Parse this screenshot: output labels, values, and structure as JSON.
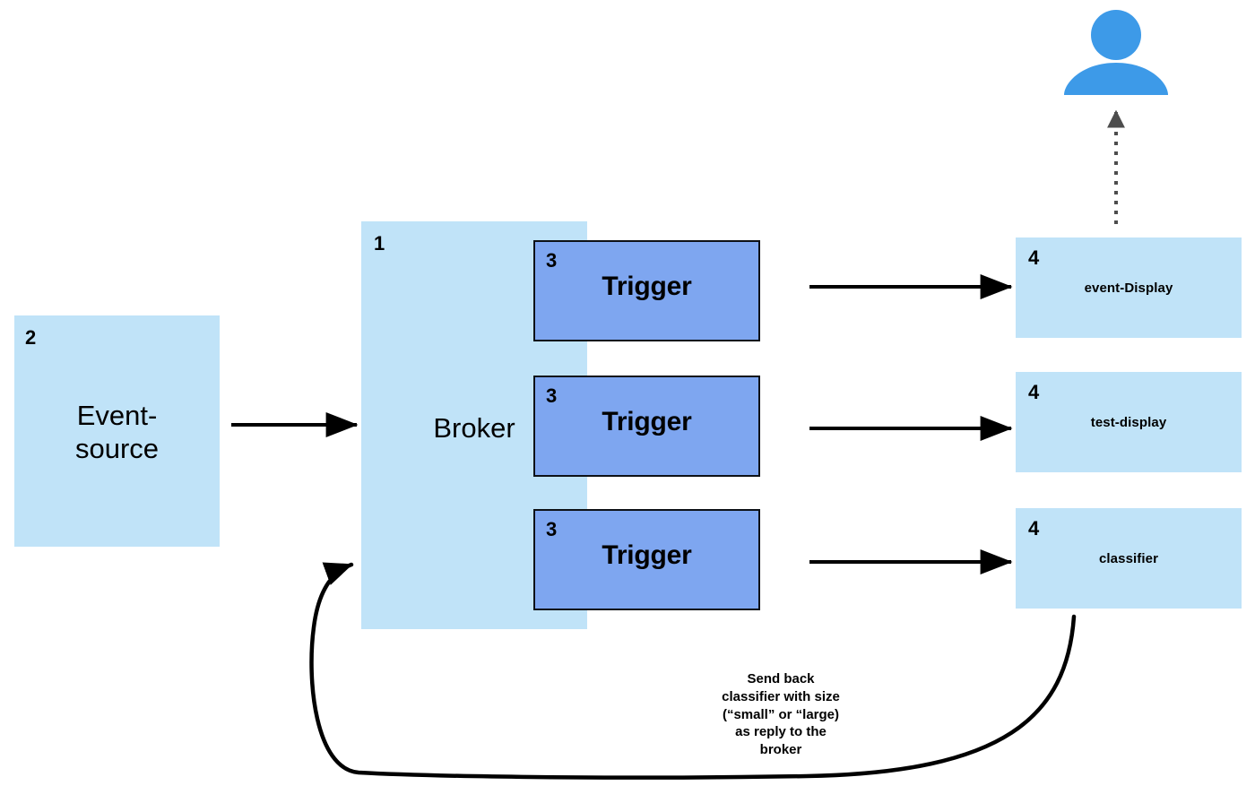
{
  "diagram": {
    "title": "Knative Broker / Trigger event flow",
    "colors": {
      "light_blue_box": "#c0e3f8",
      "trigger_blue_box": "#7ea6f0",
      "box_border": "#0d1117",
      "user_icon_blue": "#3d9ae8",
      "arrow_black": "#000000",
      "dotted_arrow_gray": "#4d4d4d"
    },
    "event_source": {
      "badge": "2",
      "label": "Event-\nsource"
    },
    "broker": {
      "badge": "1",
      "label": "Broker"
    },
    "triggers": [
      {
        "badge": "3",
        "label": "Trigger"
      },
      {
        "badge": "3",
        "label": "Trigger"
      },
      {
        "badge": "3",
        "label": "Trigger"
      }
    ],
    "sinks": [
      {
        "badge": "4",
        "label": "event-Display"
      },
      {
        "badge": "4",
        "label": "test-display"
      },
      {
        "badge": "4",
        "label": "classifier"
      }
    ],
    "user": {
      "icon": "person-icon"
    },
    "reply_caption": "Send back\nclassifier with size\n(“small” or “large)\nas reply to the\nbroker"
  }
}
